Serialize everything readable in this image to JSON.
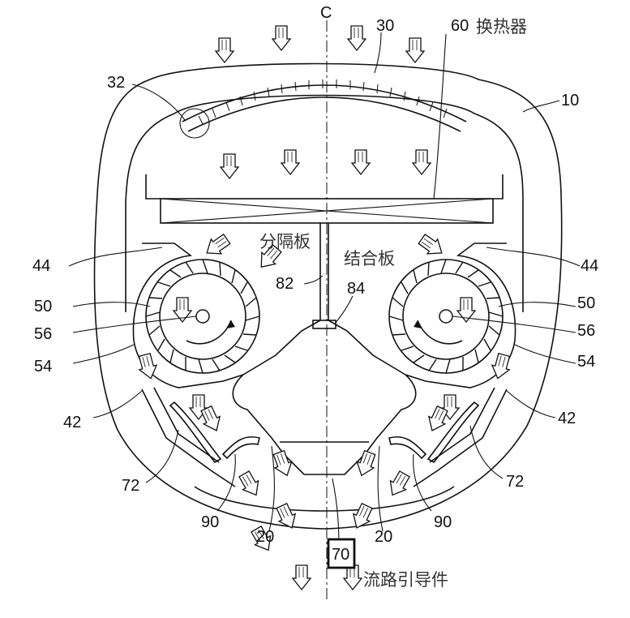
{
  "axis_label": "C",
  "heat_exchanger_label": "换热器",
  "partition_label": "分隔板",
  "coupling_label": "结合板",
  "flow_guide_label": "流路引导件",
  "refs": {
    "r10": "10",
    "r20": "20",
    "r30": "30",
    "r32": "32",
    "r42": "42",
    "r44": "44",
    "r50": "50",
    "r54": "54",
    "r56": "56",
    "r60": "60",
    "r70": "70",
    "r72": "72",
    "r82": "82",
    "r84": "84",
    "r90": "90"
  }
}
